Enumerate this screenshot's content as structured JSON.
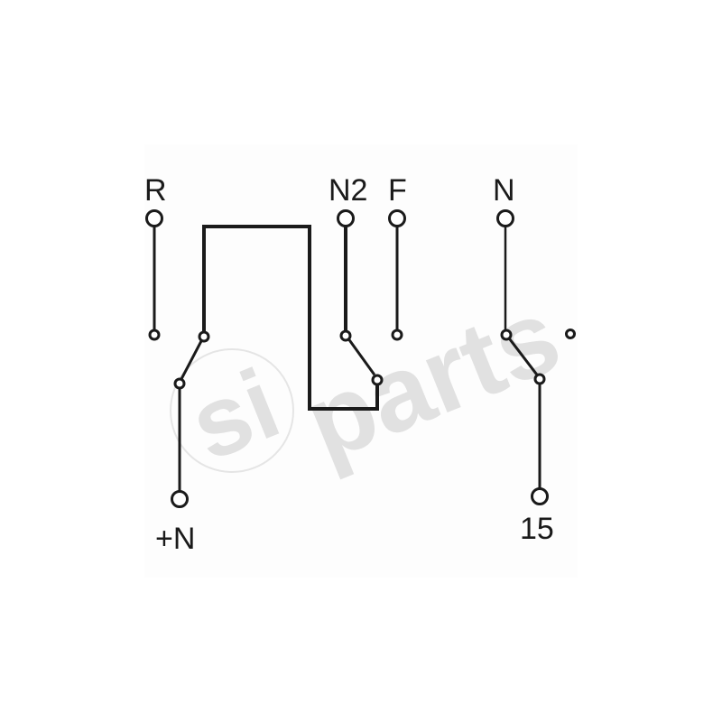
{
  "diagram": {
    "type": "switch-wiring-schematic",
    "background_color": "#ffffff",
    "line_color": "#1a1a1a",
    "terminals": {
      "R": {
        "label": "R"
      },
      "N2": {
        "label": "N2"
      },
      "F": {
        "label": "F"
      },
      "N": {
        "label": "N"
      },
      "plusN": {
        "label": "+N"
      },
      "15": {
        "label": "15"
      }
    },
    "watermark": {
      "text_left": "si",
      "text_right": "parts",
      "color": "#d9d9d9"
    }
  }
}
